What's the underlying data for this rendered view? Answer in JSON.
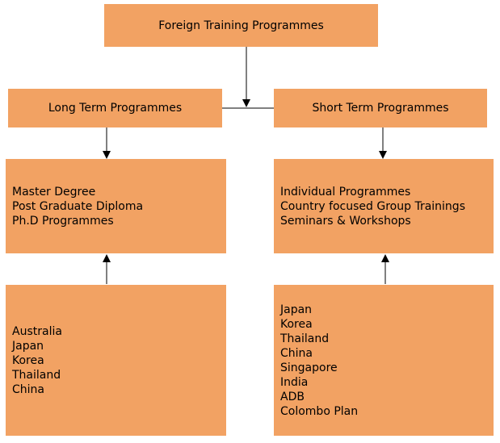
{
  "diagram": {
    "root": {
      "label": "Foreign Training Programmes"
    },
    "left": {
      "label": "Long Term Programmes",
      "programmes": [
        "Master Degree",
        "Post Graduate Diploma",
        "Ph.D Programmes"
      ],
      "countries": [
        "Australia",
        "Japan",
        "Korea",
        "Thailand",
        "China"
      ]
    },
    "right": {
      "label": "Short Term Programmes",
      "programmes": [
        "Individual Programmes",
        "Country focused Group Trainings",
        "Seminars & Workshops"
      ],
      "countries": [
        "Japan",
        "Korea",
        "Thailand",
        "China",
        "Singapore",
        "India",
        "ADB",
        "Colombo Plan"
      ]
    }
  }
}
